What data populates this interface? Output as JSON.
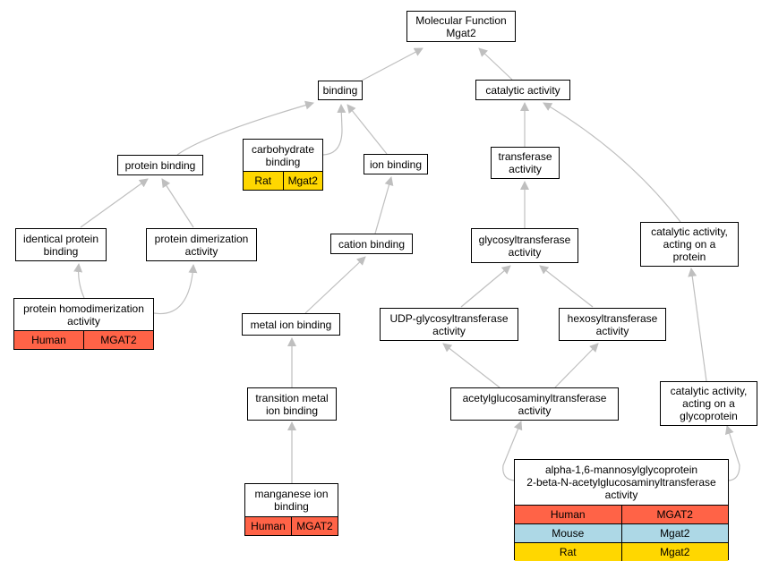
{
  "colors": {
    "edge": "#bfbfbf",
    "human": "#ff6347",
    "mouse": "#add8e6",
    "rat": "#ffd700"
  },
  "nodes": {
    "mf": {
      "lines": [
        "Molecular Function",
        "Mgat2"
      ]
    },
    "bind": {
      "lines": [
        "binding"
      ]
    },
    "cat": {
      "lines": [
        "catalytic activity"
      ]
    },
    "pb": {
      "lines": [
        "protein binding"
      ]
    },
    "carb": {
      "lines": [
        "carbohydrate",
        "binding"
      ],
      "rows": [
        {
          "color": "rat",
          "species": "Rat",
          "gene": "Mgat2"
        }
      ]
    },
    "ion": {
      "lines": [
        "ion binding"
      ]
    },
    "trans": {
      "lines": [
        "transferase",
        "activity"
      ]
    },
    "ipb": {
      "lines": [
        "identical protein",
        "binding"
      ]
    },
    "pdim": {
      "lines": [
        "protein dimerization",
        "activity"
      ]
    },
    "cation": {
      "lines": [
        "cation binding"
      ]
    },
    "glyco": {
      "lines": [
        "glycosyltransferase",
        "activity"
      ]
    },
    "catprot": {
      "lines": [
        "catalytic activity,",
        "acting on a",
        "protein"
      ]
    },
    "phomo": {
      "lines": [
        "protein homodimerization",
        "activity"
      ],
      "rows": [
        {
          "color": "human",
          "species": "Human",
          "gene": "MGAT2"
        }
      ]
    },
    "metal": {
      "lines": [
        "metal ion binding"
      ]
    },
    "udp": {
      "lines": [
        "UDP-glycosyltransferase",
        "activity"
      ]
    },
    "hexo": {
      "lines": [
        "hexosyltransferase",
        "activity"
      ]
    },
    "tmetal": {
      "lines": [
        "transition metal",
        "ion binding"
      ]
    },
    "acetyl": {
      "lines": [
        "acetylglucosaminyltransferase",
        "activity"
      ]
    },
    "catgly": {
      "lines": [
        "catalytic activity,",
        "acting on a",
        "glycoprotein"
      ]
    },
    "mn": {
      "lines": [
        "manganese ion",
        "binding"
      ],
      "rows": [
        {
          "color": "human",
          "species": "Human",
          "gene": "MGAT2"
        }
      ]
    },
    "alpha": {
      "lines": [
        "alpha-1,6-mannosylglycoprotein",
        "2-beta-N-acetylglucosaminyltransferase",
        "activity"
      ],
      "rows": [
        {
          "color": "human",
          "species": "Human",
          "gene": "MGAT2"
        },
        {
          "color": "mouse",
          "species": "Mouse",
          "gene": "Mgat2"
        },
        {
          "color": "rat",
          "species": "Rat",
          "gene": "Mgat2"
        }
      ]
    }
  }
}
